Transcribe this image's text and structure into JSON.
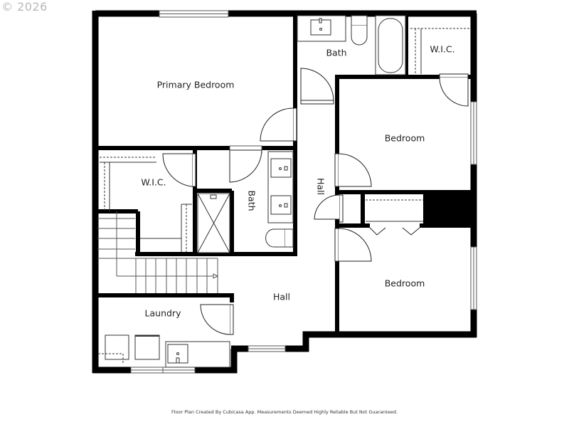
{
  "watermark": {
    "copyright": "© 2026"
  },
  "footer": {
    "disclaimer": "Floor Plan Created By Cubicasa App. Measurements Deemed Highly Reliable But Not Guaranteed."
  },
  "rooms": {
    "primary_bedroom": {
      "label": "Primary Bedroom"
    },
    "bath_top": {
      "label": "Bath"
    },
    "wic_top": {
      "label": "W.I.C."
    },
    "bedroom_upper": {
      "label": "Bedroom"
    },
    "hall_vertical": {
      "label": "Hall"
    },
    "wic_left": {
      "label": "W.I.C."
    },
    "bath_primary": {
      "label": "Bath"
    },
    "bedroom_lower": {
      "label": "Bedroom"
    },
    "hall_main": {
      "label": "Hall"
    },
    "laundry": {
      "label": "Laundry"
    }
  },
  "colors": {
    "wall": "#000000",
    "line": "#333333",
    "background": "#ffffff",
    "watermark": "#b8b8b8"
  }
}
